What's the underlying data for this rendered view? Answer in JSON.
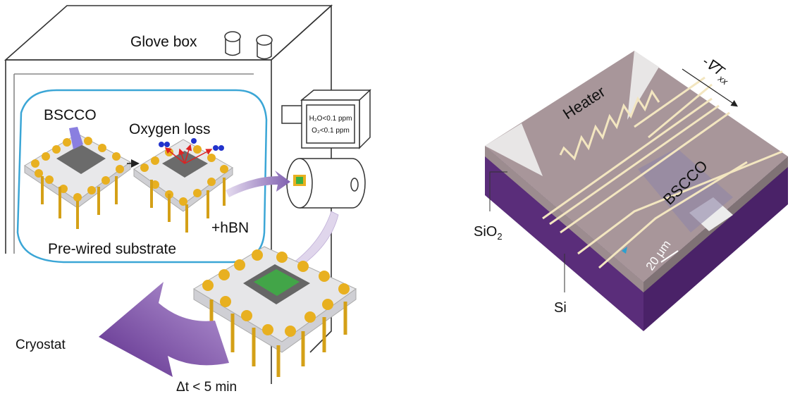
{
  "left_panel": {
    "glove_box_label": "Glove box",
    "bscco_label": "BSCCO",
    "oxygen_loss_label": "Oxygen loss",
    "hbn_label": "+hBN",
    "substrate_label": "Pre-wired substrate",
    "sensor_h2o": "H₂O<0.1 ppm",
    "sensor_o2": "O₂<0.1 ppm",
    "cryostat_label": "Cryostat",
    "transfer_time_label": "Δt < 5 min"
  },
  "right_panel": {
    "heater_label": "Heater",
    "bscco_label": "BSCCO",
    "gradient_label": "-∇T",
    "gradient_subscript": "xx",
    "scale_bar_label": "20 μm",
    "sio2_label": "SiO",
    "sio2_subscript": "2",
    "si_label": "Si"
  },
  "colors": {
    "cyan_outline": "#3ba6d6",
    "purple_arrow": "#7b4fa8",
    "gold_pins": "#e8b020",
    "chip_surface": "#a8969a",
    "si_purple": "#5a2d7a"
  }
}
